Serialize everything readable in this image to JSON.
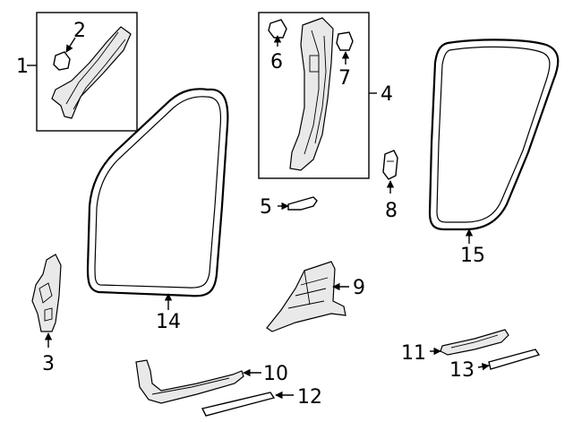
{
  "parts": [
    {
      "id": "p1",
      "number": "1"
    },
    {
      "id": "p2",
      "number": "2"
    },
    {
      "id": "p3",
      "number": "3"
    },
    {
      "id": "p4",
      "number": "4"
    },
    {
      "id": "p5",
      "number": "5"
    },
    {
      "id": "p6",
      "number": "6"
    },
    {
      "id": "p7",
      "number": "7"
    },
    {
      "id": "p8",
      "number": "8"
    },
    {
      "id": "p9",
      "number": "9"
    },
    {
      "id": "p10",
      "number": "10"
    },
    {
      "id": "p11",
      "number": "11"
    },
    {
      "id": "p12",
      "number": "12"
    },
    {
      "id": "p13",
      "number": "13"
    },
    {
      "id": "p14",
      "number": "14"
    },
    {
      "id": "p15",
      "number": "15"
    }
  ]
}
